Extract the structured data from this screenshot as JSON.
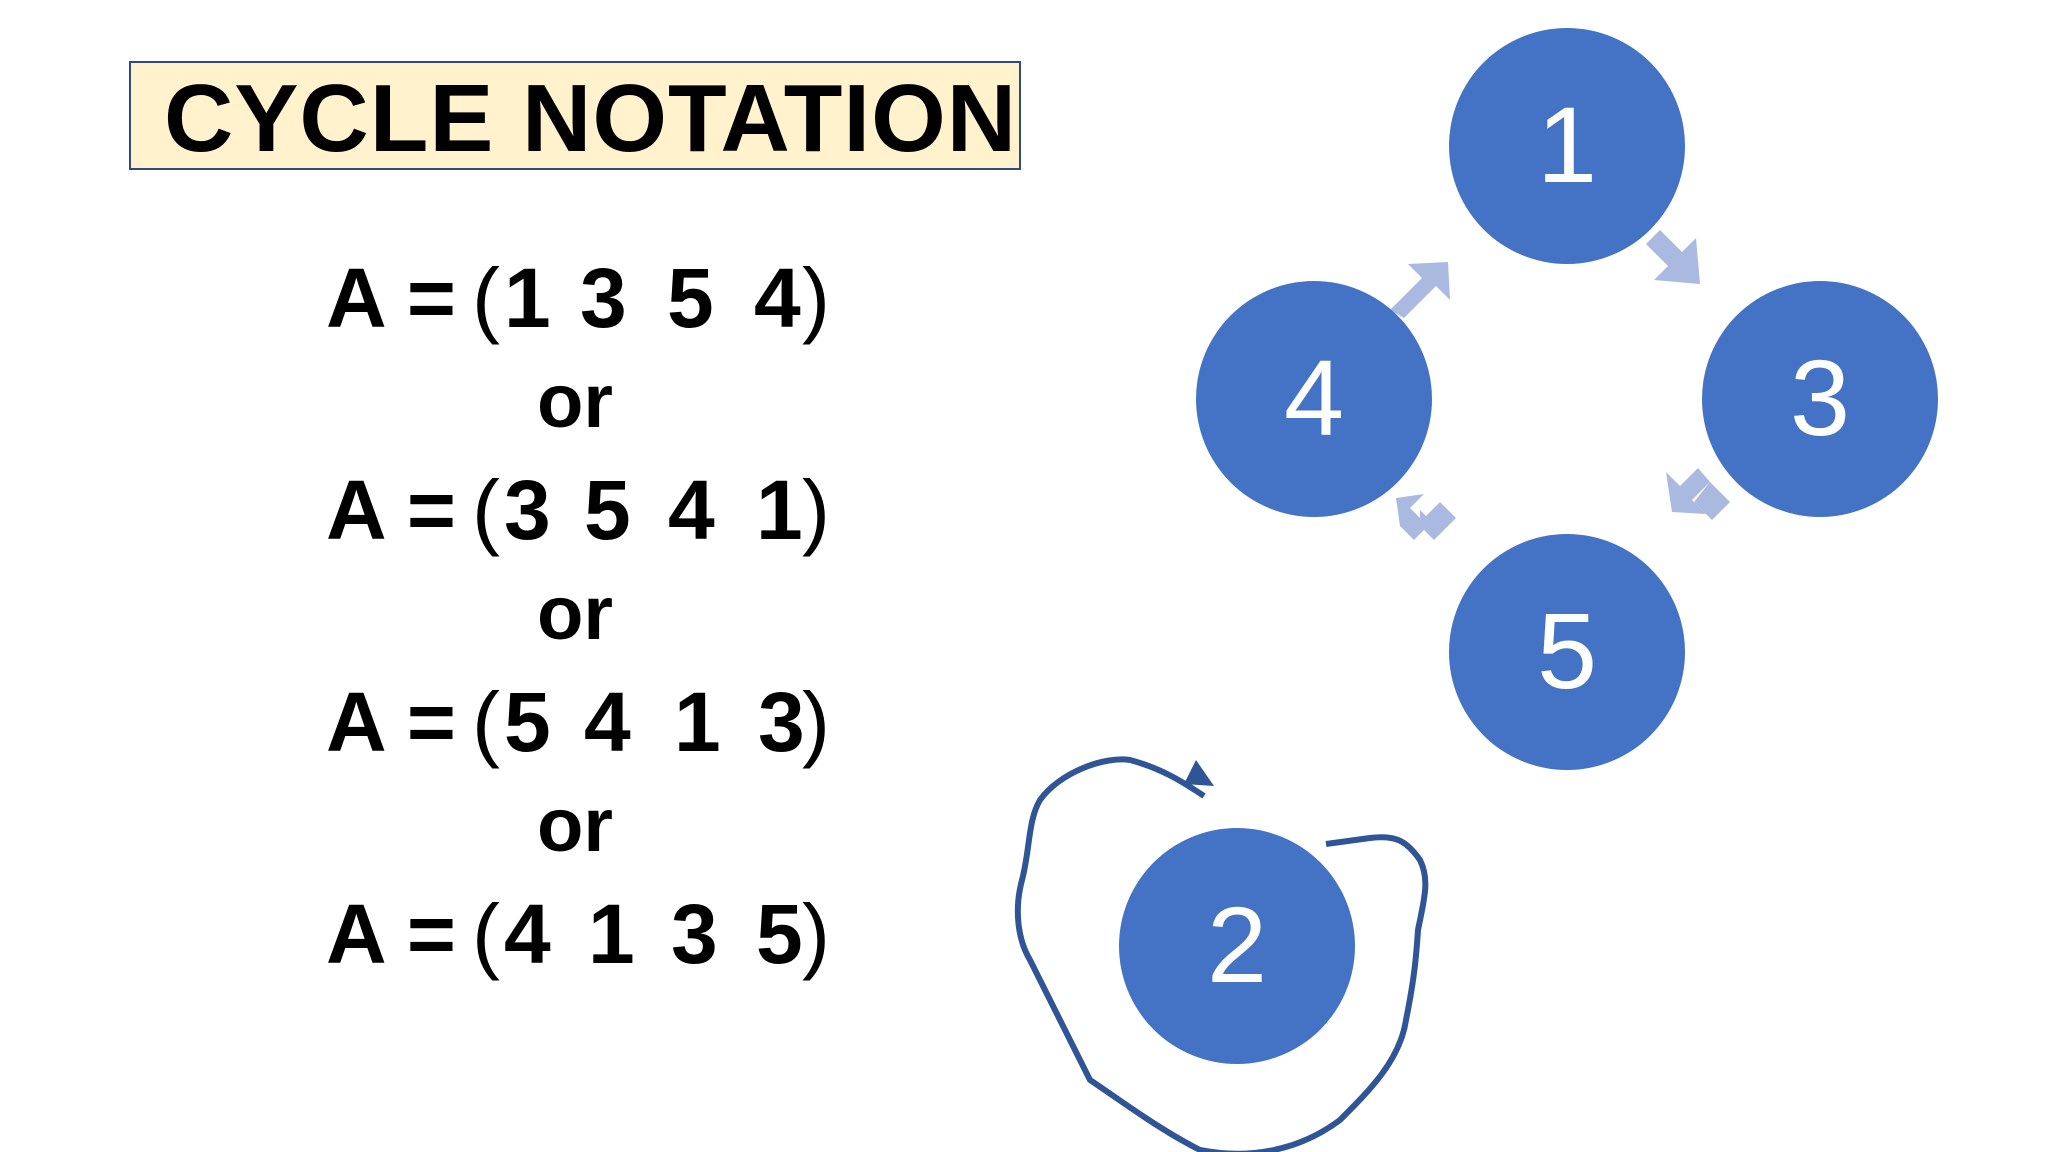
{
  "title": "CYCLE NOTATION",
  "equations": [
    {
      "lhs": "A =",
      "open": "(",
      "elements": [
        "1",
        "3",
        "5",
        "4"
      ],
      "close": ")"
    },
    {
      "lhs": "A =",
      "open": "(",
      "elements": [
        "3",
        "5",
        "4",
        "1"
      ],
      "close": ")"
    },
    {
      "lhs": "A =",
      "open": "(",
      "elements": [
        "5",
        "4",
        "1",
        "3"
      ],
      "close": ")"
    },
    {
      "lhs": "A =",
      "open": "(",
      "elements": [
        "4",
        "1",
        "3",
        "5"
      ],
      "close": ")"
    }
  ],
  "separator": "or",
  "cycle_nodes": [
    "1",
    "3",
    "5",
    "4"
  ],
  "fixed_node": "2",
  "colors": {
    "node_fill": "#4472c4",
    "arrow_fill": "#a9b9e0",
    "loop_stroke": "#2f5597",
    "title_bg": "#fff2cc",
    "title_border": "#2f4b7c"
  }
}
